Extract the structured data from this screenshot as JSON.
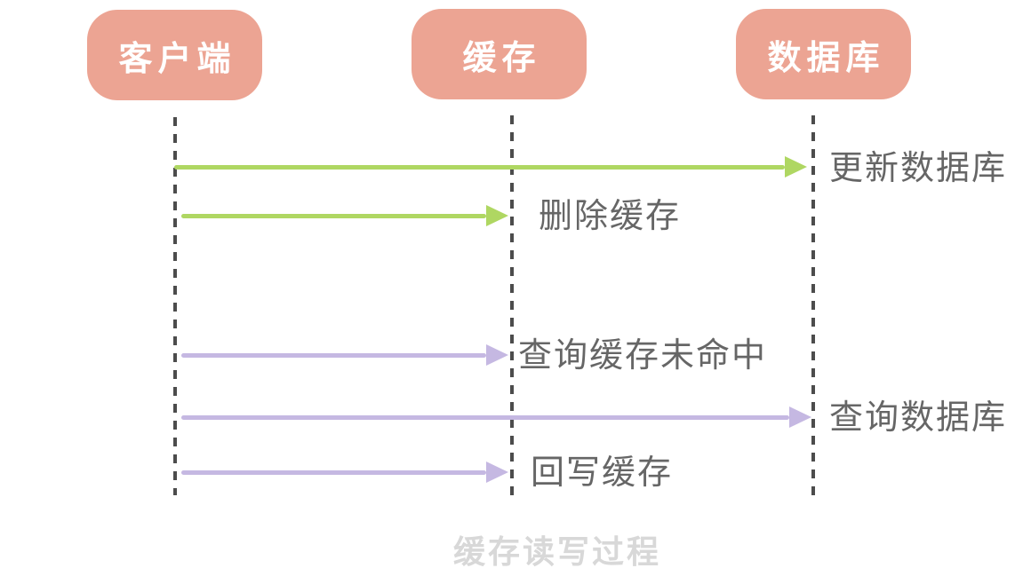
{
  "caption": "缓存读写过程",
  "colors": {
    "actor_bg": "#ECA493",
    "actor_text": "#FFFFFF",
    "arrow_green": "#AFD762",
    "arrow_purple": "#C5B8E2",
    "lifeline": "#4C4C4C",
    "label_text": "#666666",
    "caption_text": "#D8D8D8"
  },
  "actors": [
    {
      "id": "client",
      "label": "客户端"
    },
    {
      "id": "cache",
      "label": "缓存"
    },
    {
      "id": "database",
      "label": "数据库"
    }
  ],
  "messages": [
    {
      "id": "update-database",
      "label": "更新数据库",
      "from": "client",
      "to": "database",
      "color": "green"
    },
    {
      "id": "delete-cache",
      "label": "删除缓存",
      "from": "client",
      "to": "cache",
      "color": "green"
    },
    {
      "id": "query-cache-miss",
      "label": "查询缓存未命中",
      "from": "client",
      "to": "cache",
      "color": "purple"
    },
    {
      "id": "query-database",
      "label": "查询数据库",
      "from": "client",
      "to": "database",
      "color": "purple"
    },
    {
      "id": "write-back-cache",
      "label": "回写缓存",
      "from": "client",
      "to": "cache",
      "color": "purple"
    }
  ]
}
